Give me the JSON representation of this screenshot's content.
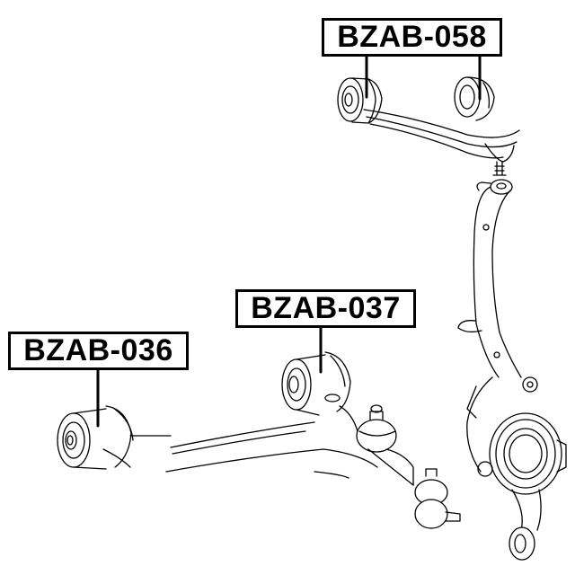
{
  "diagram": {
    "type": "parts-exploded-view",
    "subject": "front suspension: upper control arm, steering knuckle, lower control arm",
    "colors": {
      "line": "#000000",
      "background": "#ffffff"
    }
  },
  "labels": [
    {
      "id": "upper",
      "text": "BZAB-058",
      "part": "upper-arm-bushings"
    },
    {
      "id": "lower_rear",
      "text": "BZAB-037",
      "part": "lower-arm-rear-bushing"
    },
    {
      "id": "lower_front",
      "text": "BZAB-036",
      "part": "lower-arm-front-bushing"
    }
  ]
}
